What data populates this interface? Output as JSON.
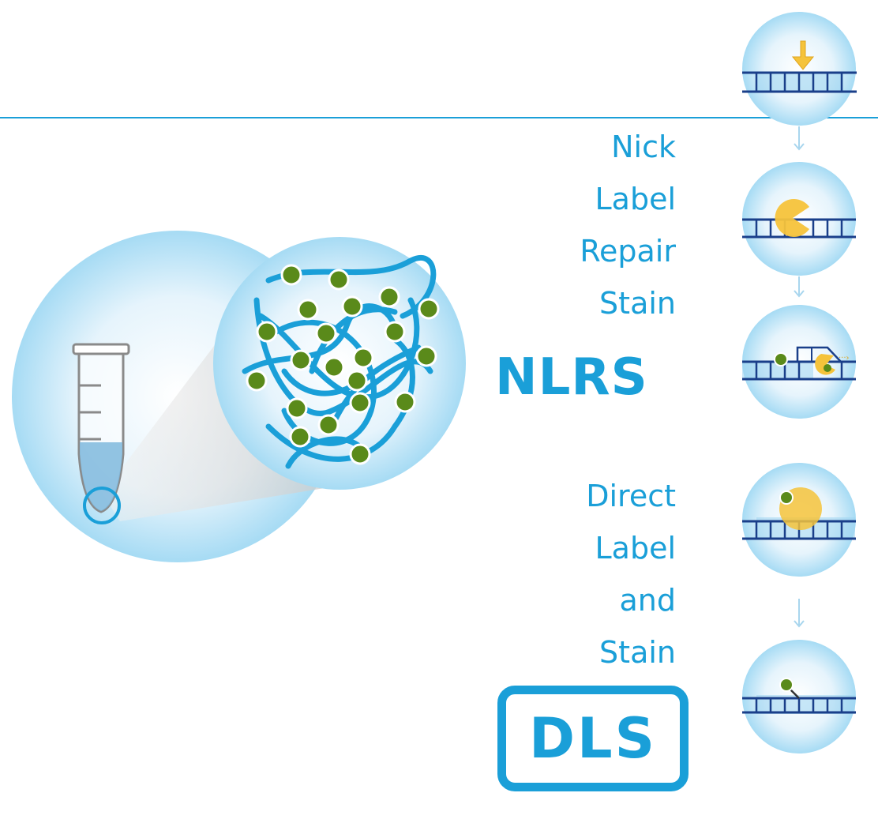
{
  "nlrs": {
    "steps": [
      "Nick",
      "Label",
      "Repair",
      "Stain"
    ],
    "logo": "NLRS"
  },
  "dls": {
    "steps": [
      "Direct",
      "Label",
      "and",
      "Stain"
    ],
    "logo": "DLS"
  },
  "colors": {
    "brand_blue": "#1a9fd8",
    "label_green": "#5a8a1a",
    "enzyme_yellow": "#f5c33b",
    "bubble_light": "#e8f5fc",
    "bubble_edge": "#a9dcf4"
  },
  "icons": [
    "sample-tube-icon",
    "nicking-arrow-icon",
    "polymerase-icon",
    "dna-repair-icon",
    "dle-enzyme-icon",
    "labeled-dna-icon",
    "flow-arrow-icon"
  ]
}
